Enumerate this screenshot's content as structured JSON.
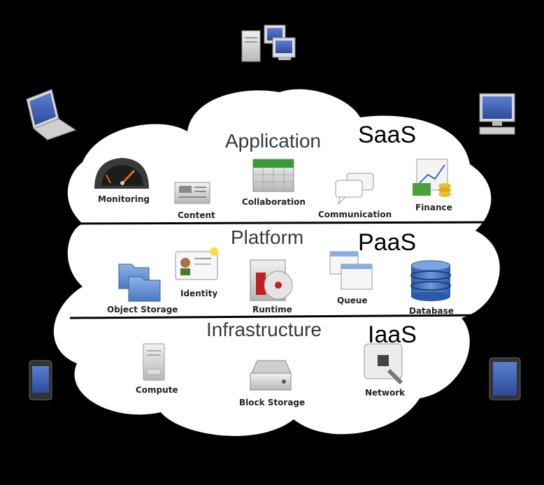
{
  "colors": {
    "background": "#000000",
    "cloud": "#ffffff",
    "divider": "#000000"
  },
  "layers": [
    {
      "title": "Application",
      "acronym": "SaaS",
      "services": [
        {
          "label": "Monitoring",
          "icon": "gauge-icon"
        },
        {
          "label": "Content",
          "icon": "newspaper-icon"
        },
        {
          "label": "Collaboration",
          "icon": "calendar-icon"
        },
        {
          "label": "Communication",
          "icon": "chat-bubbles-icon"
        },
        {
          "label": "Finance",
          "icon": "money-chart-icon"
        }
      ]
    },
    {
      "title": "Platform",
      "acronym": "PaaS",
      "services": [
        {
          "label": "Object Storage",
          "icon": "folders-icon"
        },
        {
          "label": "Identity",
          "icon": "id-card-icon"
        },
        {
          "label": "Runtime",
          "icon": "disc-box-icon"
        },
        {
          "label": "Queue",
          "icon": "windows-icon"
        },
        {
          "label": "Database",
          "icon": "database-icon"
        }
      ]
    },
    {
      "title": "Infrastructure",
      "acronym": "IaaS",
      "services": [
        {
          "label": "Compute",
          "icon": "server-tower-icon"
        },
        {
          "label": "Block Storage",
          "icon": "hard-drive-icon"
        },
        {
          "label": "Network",
          "icon": "network-port-icon"
        }
      ]
    }
  ],
  "devices": [
    {
      "icon": "servers-icon"
    },
    {
      "icon": "laptop-icon"
    },
    {
      "icon": "desktop-icon"
    },
    {
      "icon": "smartphone-icon"
    },
    {
      "icon": "tablet-icon"
    }
  ]
}
